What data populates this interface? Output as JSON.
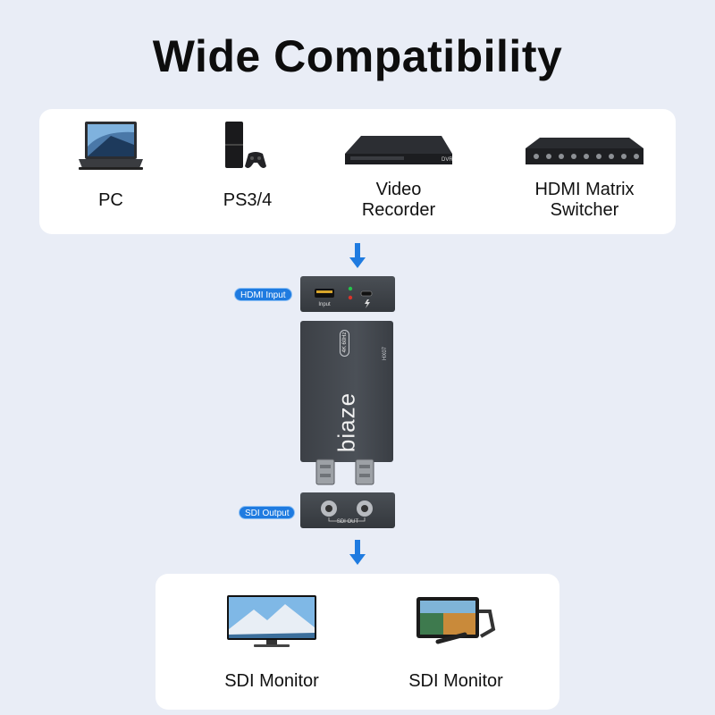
{
  "title": "Wide Compatibility",
  "sources": [
    {
      "name": "PC",
      "icon": "laptop-icon"
    },
    {
      "name": "PS3/4",
      "icon": "game-console-icon"
    },
    {
      "name": "Video\nRecorder",
      "icon": "dvr-icon",
      "device_text": "DVR"
    },
    {
      "name": "HDMI Matrix\nSwitcher",
      "icon": "matrix-switcher-icon"
    }
  ],
  "converter": {
    "brand": "biaze",
    "badge": "4K 60Hz",
    "model": "HX07",
    "input_port_label": "Input",
    "output_port_label": "SDI OUT",
    "hdmi_tag": "HDMI Input",
    "sdi_tag": "SDI Output"
  },
  "outputs": [
    {
      "name": "SDI Monitor",
      "icon": "monitor-icon"
    },
    {
      "name": "SDI Monitor",
      "icon": "field-monitor-icon"
    }
  ],
  "colors": {
    "background": "#e9edf6",
    "card": "#ffffff",
    "accent": "#1f7be0",
    "device": "#3d4147"
  }
}
